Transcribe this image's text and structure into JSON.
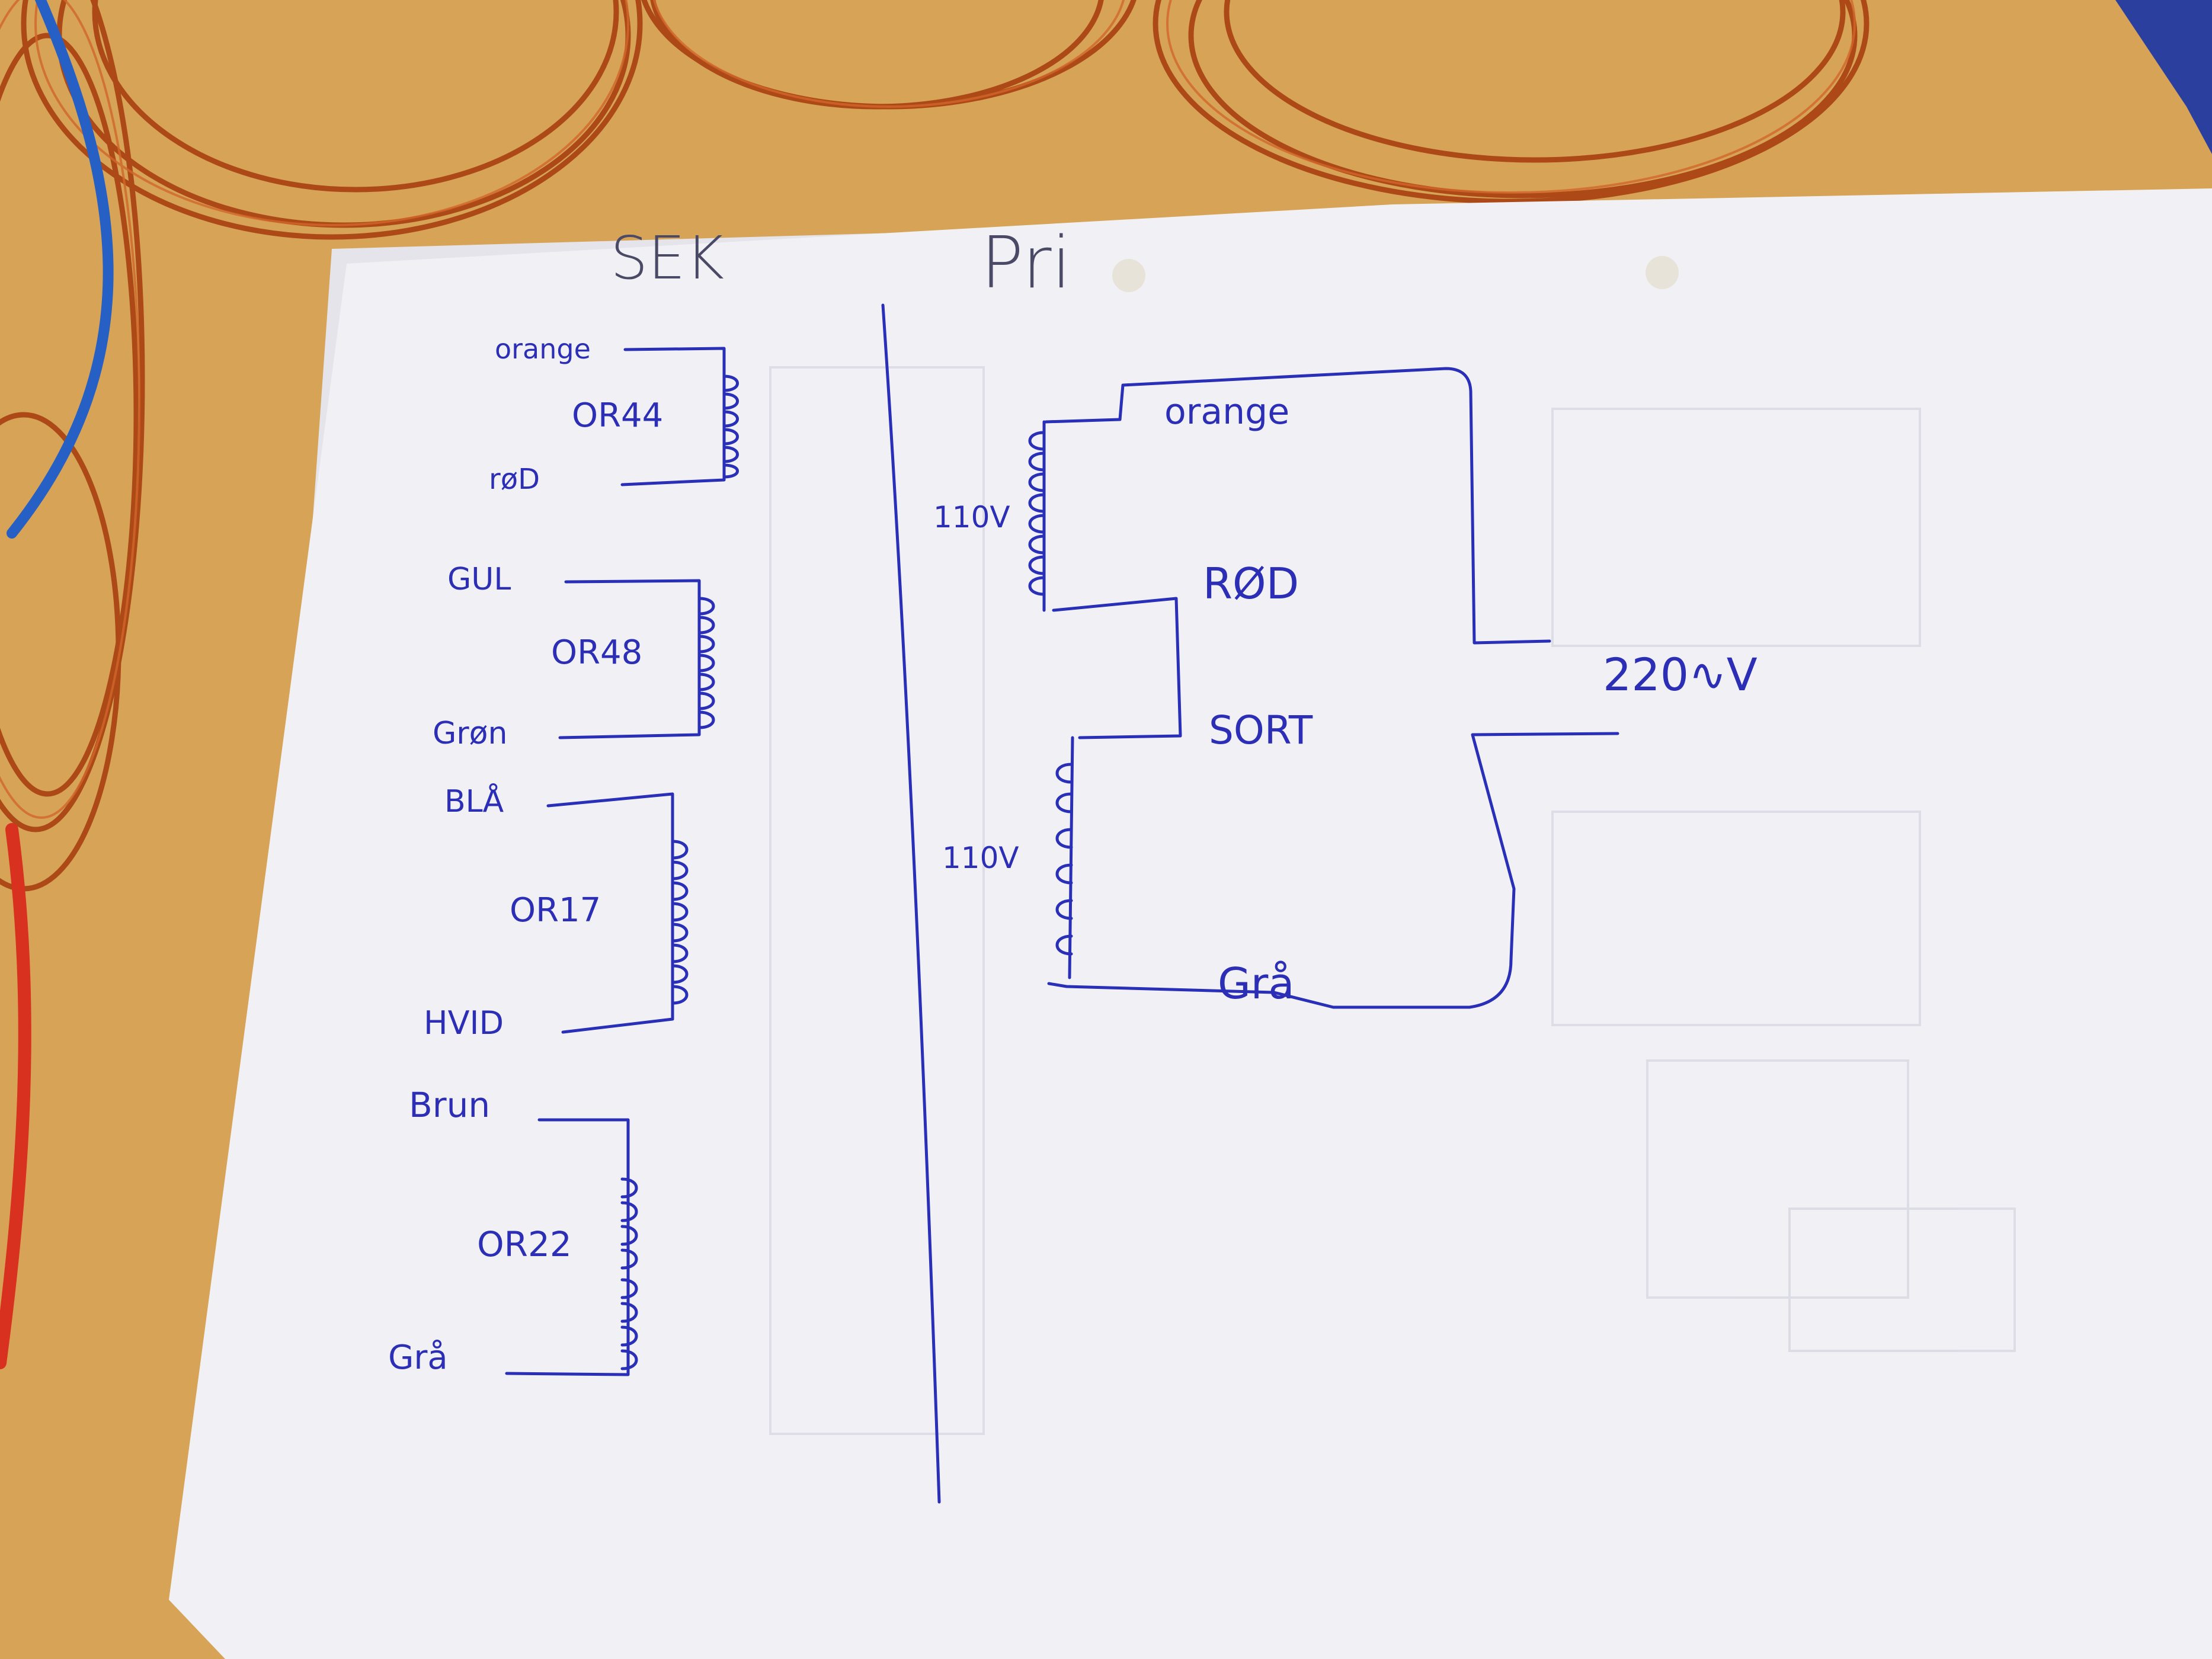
{
  "secondary": {
    "heading": "SEK",
    "windings": [
      {
        "name": "OR44",
        "top": "orange",
        "bottom": "røD"
      },
      {
        "name": "OR48",
        "top": "GUL",
        "bottom": "Grøn"
      },
      {
        "name": "OR17",
        "top": "BLÅ",
        "bottom": "HVID"
      },
      {
        "name": "OR22",
        "top": "Brun",
        "bottom": "Grå"
      }
    ]
  },
  "primary": {
    "heading": "Pri",
    "wires": {
      "orange": "orange",
      "red": "RØD",
      "black": "SORT",
      "grey": "Grå"
    },
    "coil_upper_voltage": "110V",
    "coil_lower_voltage": "110V",
    "mains": "220∿V"
  }
}
